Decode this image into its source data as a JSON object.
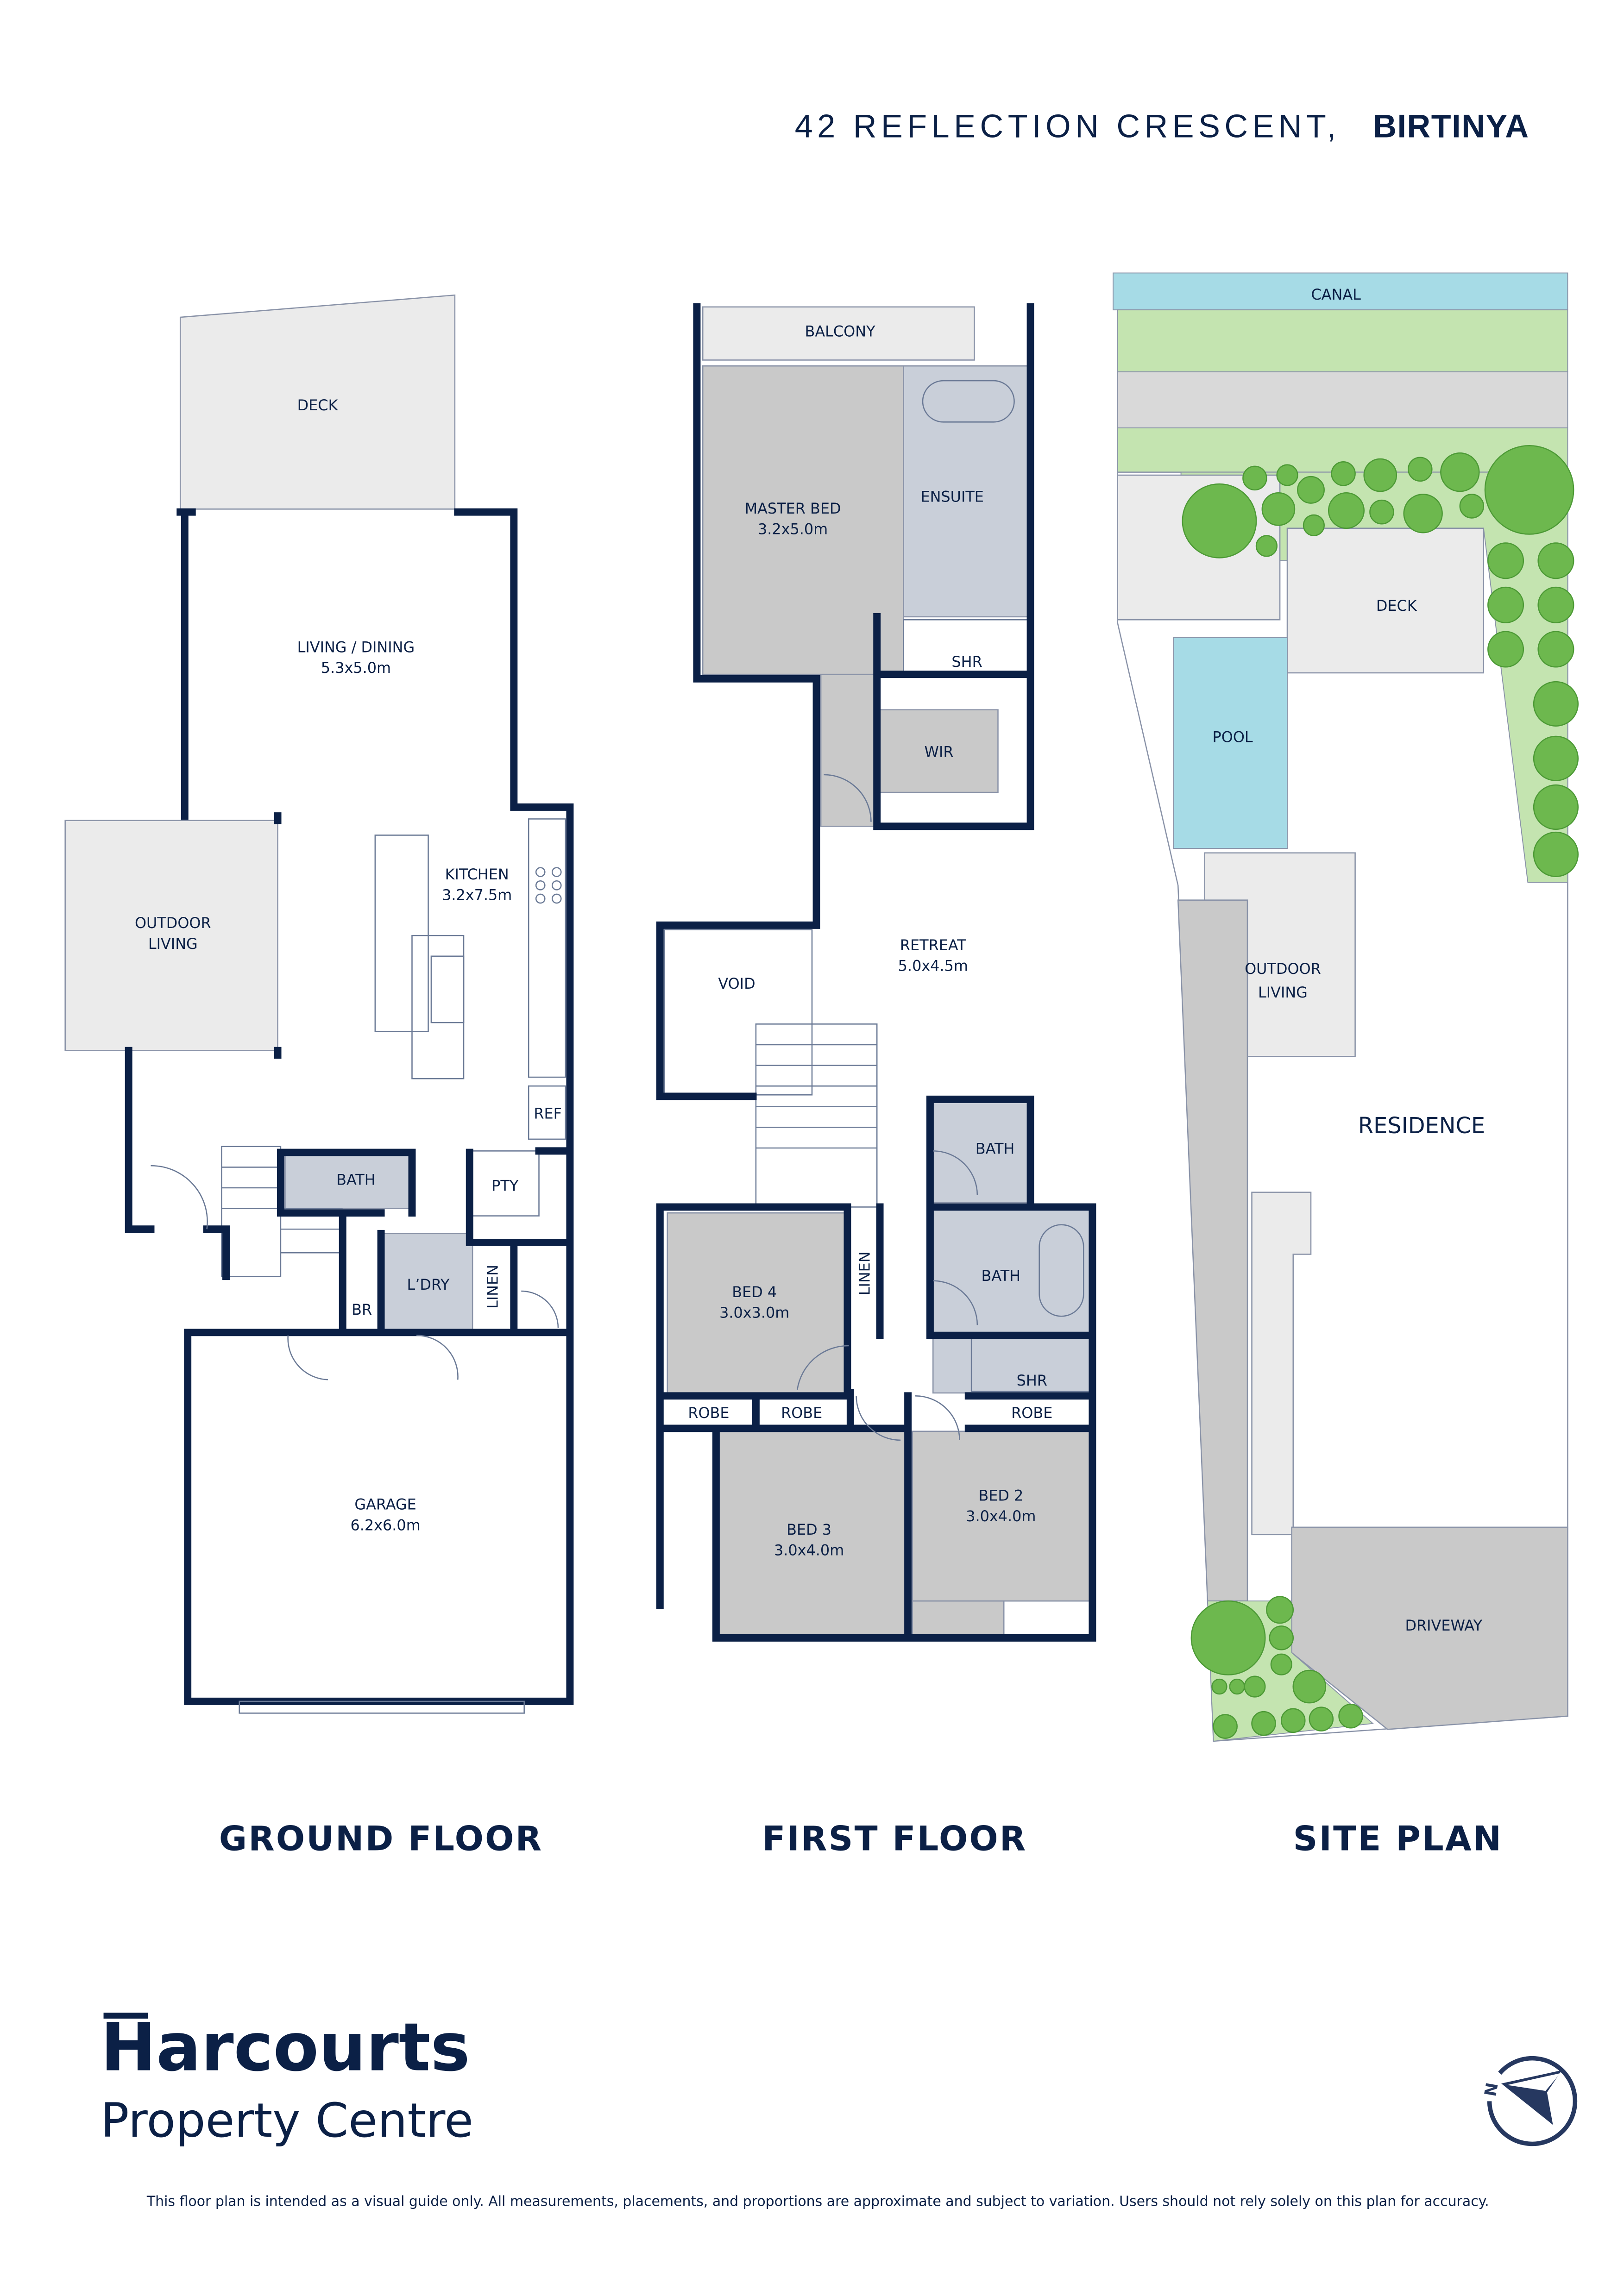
{
  "title": {
    "address": "42 REFLECTION CRESCENT,",
    "suburb": "BIRTINYA"
  },
  "ground_floor": {
    "heading": "GROUND FLOOR",
    "rooms": {
      "deck": {
        "name": "DECK"
      },
      "living": {
        "name": "LIVING / DINING",
        "size": "5.3x5.0m"
      },
      "outdoor": {
        "lines": [
          "OUTDOOR",
          "LIVING"
        ]
      },
      "kitchen": {
        "name": "KITCHEN",
        "size": "3.2x7.5m"
      },
      "ref": {
        "name": "REF"
      },
      "bath": {
        "name": "BATH"
      },
      "pty": {
        "name": "PTY"
      },
      "laundry": {
        "name": "L’DRY"
      },
      "linen": {
        "name": "LINEN"
      },
      "br": {
        "name": "BR"
      },
      "garage": {
        "name": "GARAGE",
        "size": "6.2x6.0m"
      }
    }
  },
  "first_floor": {
    "heading": "FIRST FLOOR",
    "rooms": {
      "balcony": {
        "name": "BALCONY"
      },
      "master": {
        "name": "MASTER BED",
        "size": "3.2x5.0m"
      },
      "ensuite": {
        "name": "ENSUITE"
      },
      "shr1": {
        "name": "SHR"
      },
      "wir": {
        "name": "WIR"
      },
      "void": {
        "name": "VOID"
      },
      "retreat": {
        "name": "RETREAT",
        "size": "5.0x4.5m"
      },
      "bath1": {
        "name": "BATH"
      },
      "bath2": {
        "name": "BATH"
      },
      "shr2": {
        "name": "SHR"
      },
      "linen": {
        "name": "LINEN"
      },
      "bed4": {
        "name": "BED 4",
        "size": "3.0x3.0m"
      },
      "robe1": {
        "name": "ROBE"
      },
      "robe2": {
        "name": "ROBE"
      },
      "robe3": {
        "name": "ROBE"
      },
      "bed3": {
        "name": "BED 3",
        "size": "3.0x4.0m"
      },
      "bed2": {
        "name": "BED 2",
        "size": "3.0x4.0m"
      }
    }
  },
  "site_plan": {
    "heading": "SITE PLAN",
    "labels": {
      "canal": "CANAL",
      "deck": "DECK",
      "pool": "POOL",
      "outdoor": [
        "OUTDOOR",
        "LIVING"
      ],
      "residence": "RESIDENCE",
      "driveway": "DRIVEWAY"
    }
  },
  "logo": {
    "brand": "Harcourts",
    "office": "Property Centre"
  },
  "compass": {
    "icon": "north-arrow-icon",
    "letter": "N"
  },
  "disclaimer": "This floor plan is intended as a visual guide only. All measurements, placements, and proportions are approximate and subject to variation. Users should not rely solely on this plan for accuracy.",
  "colors": {
    "navy": "#0b2046",
    "water": "#a6dbe6",
    "grass": "#c4e4b0",
    "tree": "#6db84e",
    "wet_area": "#c9cfd9",
    "room_grey": "#c9c9c9",
    "outdoor_grey": "#ebebeb"
  }
}
